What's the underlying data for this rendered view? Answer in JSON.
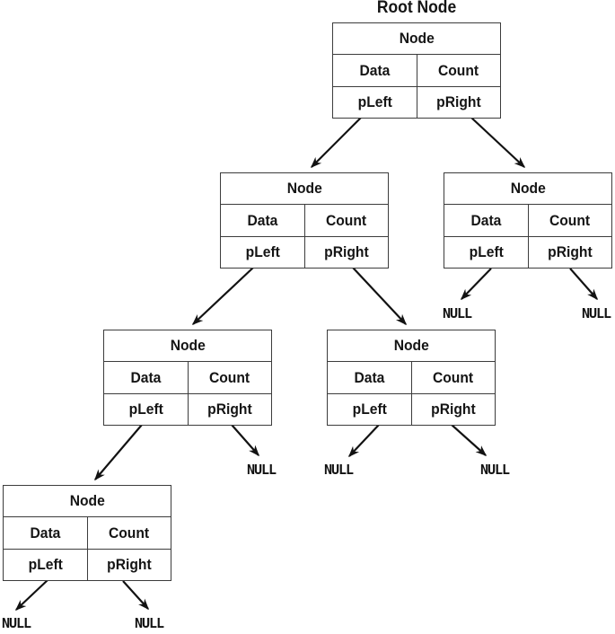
{
  "diagram": {
    "title": "Root Node",
    "type": "binary-tree-node-structure",
    "colors": {
      "background": "#ffffff",
      "border": "#3c3c3c",
      "text": "#151515",
      "arrow": "#121212"
    },
    "nodes": [
      {
        "name": "root-node",
        "header": "Node",
        "cells": {
          "data": "Data",
          "count": "Count",
          "pleft": "pLeft",
          "pright": "pRight"
        }
      },
      {
        "name": "level2-left-node",
        "header": "Node",
        "cells": {
          "data": "Data",
          "count": "Count",
          "pleft": "pLeft",
          "pright": "pRight"
        }
      },
      {
        "name": "level2-right-node",
        "header": "Node",
        "cells": {
          "data": "Data",
          "count": "Count",
          "pleft": "pLeft",
          "pright": "pRight"
        }
      },
      {
        "name": "level3-left-node",
        "header": "Node",
        "cells": {
          "data": "Data",
          "count": "Count",
          "pleft": "pLeft",
          "pright": "pRight"
        }
      },
      {
        "name": "level3-right-node",
        "header": "Node",
        "cells": {
          "data": "Data",
          "count": "Count",
          "pleft": "pLeft",
          "pright": "pRight"
        }
      },
      {
        "name": "level4-left-node",
        "header": "Node",
        "cells": {
          "data": "Data",
          "count": "Count",
          "pleft": "pLeft",
          "pright": "pRight"
        }
      }
    ],
    "null_labels": [
      "NULL",
      "NULL",
      "NULL",
      "NULL",
      "NULL",
      "NULL",
      "NULL"
    ]
  }
}
